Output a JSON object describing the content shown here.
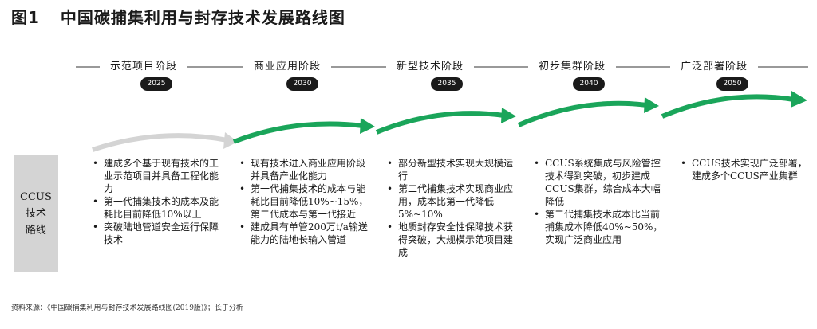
{
  "title": {
    "figure_number": "图1",
    "text": "中国碳捕集利用与封存技术发展路线图"
  },
  "stages": [
    {
      "label": "示范项目阶段",
      "year": "2025"
    },
    {
      "label": "商业应用阶段",
      "year": "2030"
    },
    {
      "label": "新型技术阶段",
      "year": "2035"
    },
    {
      "label": "初步集群阶段",
      "year": "2040"
    },
    {
      "label": "广泛部署阶段",
      "year": "2050"
    }
  ],
  "side_label": "CCUS\n技术\n路线",
  "columns": [
    [
      "建成多个基于现有技术的工业示范项目并具备工程化能力",
      "第一代捕集技术的成本及能耗比目前降低10%以上",
      "突破陆地管道安全运行保障技术"
    ],
    [
      "现有技术进入商业应用阶段并具备产业化能力",
      "第一代捕集技术的成本与能耗比目前降低10%~15%，第二代成本与第一代接近",
      "建成具有单管200万t/a输送能力的陆地长输入管道"
    ],
    [
      "部分新型技术实现大规模运行",
      "第二代捕集技术实现商业应用，成本比第一代降低5%~10%",
      "地质封存安全性保障技术获得突破，大规模示范项目建成"
    ],
    [
      "CCUS系统集成与风险管控技术得到突破，初步建成CCUS集群，综合成本大幅降低",
      "第二代捕集技术成本比当前捕集成本降低40%~50%，实现广泛商业应用"
    ],
    [
      "CCUS技术实现广泛部署，建成多个CCUS产业集群"
    ]
  ],
  "colors": {
    "arrow_green": "#1aa55a",
    "arrow_gray": "#d4d4d4",
    "badge": "#1a1a1a",
    "side_box": "#d4d4d4"
  },
  "source": "资料来源：《中国碳捕集利用与封存技术发展路线图(2019版)》；长于分析"
}
